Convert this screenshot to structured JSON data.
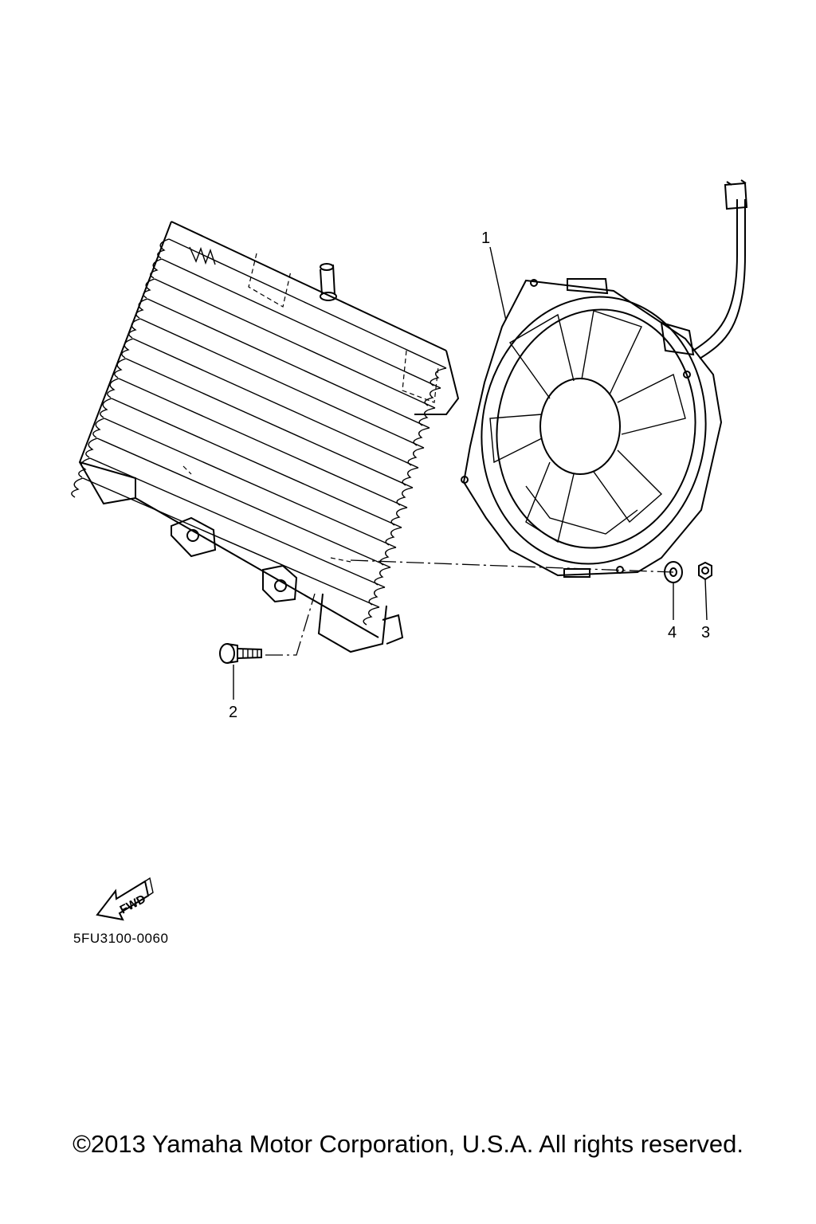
{
  "callouts": {
    "fan_assembly": "1",
    "bolt": "2",
    "nut": "3",
    "washer": "4"
  },
  "fwd_label": "FWD",
  "diagram_code": "5FU3100-0060",
  "copyright": "©2013 Yamaha Motor Corporation, U.S.A. All rights reserved."
}
